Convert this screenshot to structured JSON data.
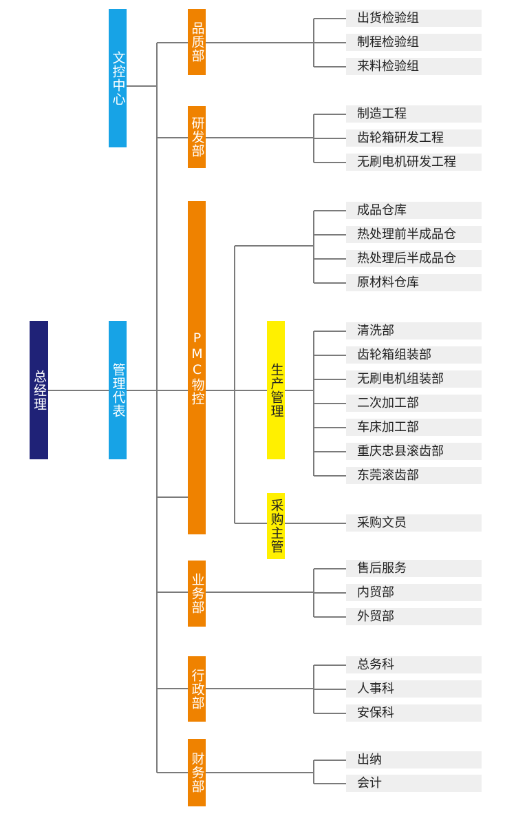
{
  "root": "总经理",
  "mgmt_rep": "管理代表",
  "doc_center": "文控中心",
  "departments": {
    "quality": {
      "label": "品质部",
      "children": [
        "出货检验组",
        "制程检验组",
        "来料检验组"
      ]
    },
    "rnd": {
      "label": "研发部",
      "children": [
        "制造工程",
        "齿轮箱研发工程",
        "无刷电机研发工程"
      ]
    },
    "pmc": {
      "label": "PMC物控",
      "warehouses": [
        "成品仓库",
        "热处理前半成品仓",
        "热处理后半成品仓",
        "原材料仓库"
      ],
      "production": {
        "label": "生产管理",
        "children": [
          "清洗部",
          "齿轮箱组装部",
          "无刷电机组装部",
          "二次加工部",
          "车床加工部",
          "重庆忠县滚齿部",
          "东莞滚齿部"
        ]
      },
      "purchasing": {
        "label": "采购主管",
        "children": [
          "采购文员"
        ]
      }
    },
    "business": {
      "label": "业务部",
      "children": [
        "售后服务",
        "内贸部",
        "外贸部"
      ]
    },
    "admin": {
      "label": "行政部",
      "children": [
        "总务科",
        "人事科",
        "安保科"
      ]
    },
    "finance": {
      "label": "财务部",
      "children": [
        "出纳",
        "会计"
      ]
    }
  },
  "colors": {
    "root": "#1f2277",
    "level1": "#17a3e6",
    "dept": "#ef8200",
    "sub": "#fff000",
    "leaf_bg": "#efefef",
    "line": "#7a7a7a"
  }
}
